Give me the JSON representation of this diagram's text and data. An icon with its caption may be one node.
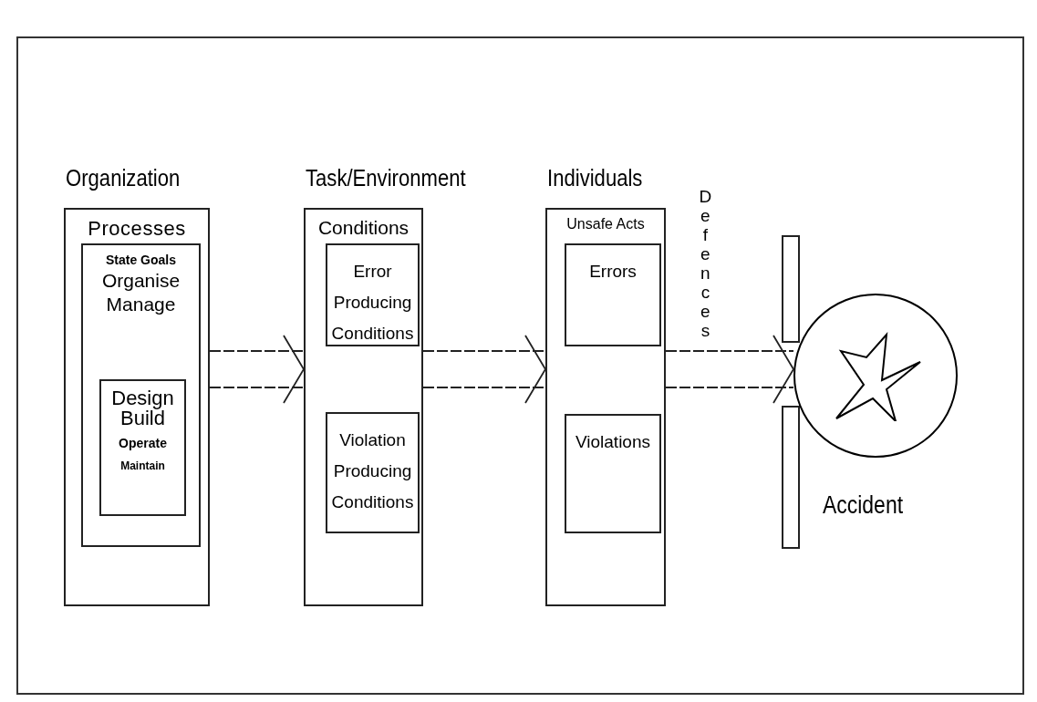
{
  "diagram": {
    "nodes": [
      {
        "text": [
          "Organization",
          "Processes"
        ]
      },
      {
        "text": [
          "State Goals",
          "Organise",
          "Manage"
        ],
        "in": 0
      },
      {
        "text": [
          "Design",
          "Build",
          "Operate",
          "Maintain"
        ],
        "in": 1
      },
      {
        "text": [
          "Task/Environment",
          "Conditions"
        ]
      },
      {
        "text": [
          "Error Producing Conditions"
        ],
        "in": 3
      },
      {
        "text": [
          "Violation Producing Conditions"
        ],
        "in": 3
      },
      {
        "text": [
          "Individuals",
          "Unsafe Acts"
        ]
      },
      {
        "text": [
          "Errors"
        ],
        "in": 6
      },
      {
        "text": [
          "Violations"
        ],
        "in": 6
      },
      {
        "text": [],
        "shape": "bar"
      },
      {
        "text": [],
        "shape": "bar"
      },
      {
        "text": [],
        "shape": "circle",
        "beside": [
          "Accident"
        ]
      }
    ],
    "edges": [
      {
        "from": 0,
        "to": 3,
        "arrow": "to",
        "style": "dashed"
      },
      {
        "from": 3,
        "to": 6,
        "arrow": "to",
        "style": "dashed"
      },
      {
        "from": 6,
        "to": 11,
        "arrow": "to",
        "style": "dashed"
      }
    ],
    "labels": [
      "Defences"
    ]
  }
}
